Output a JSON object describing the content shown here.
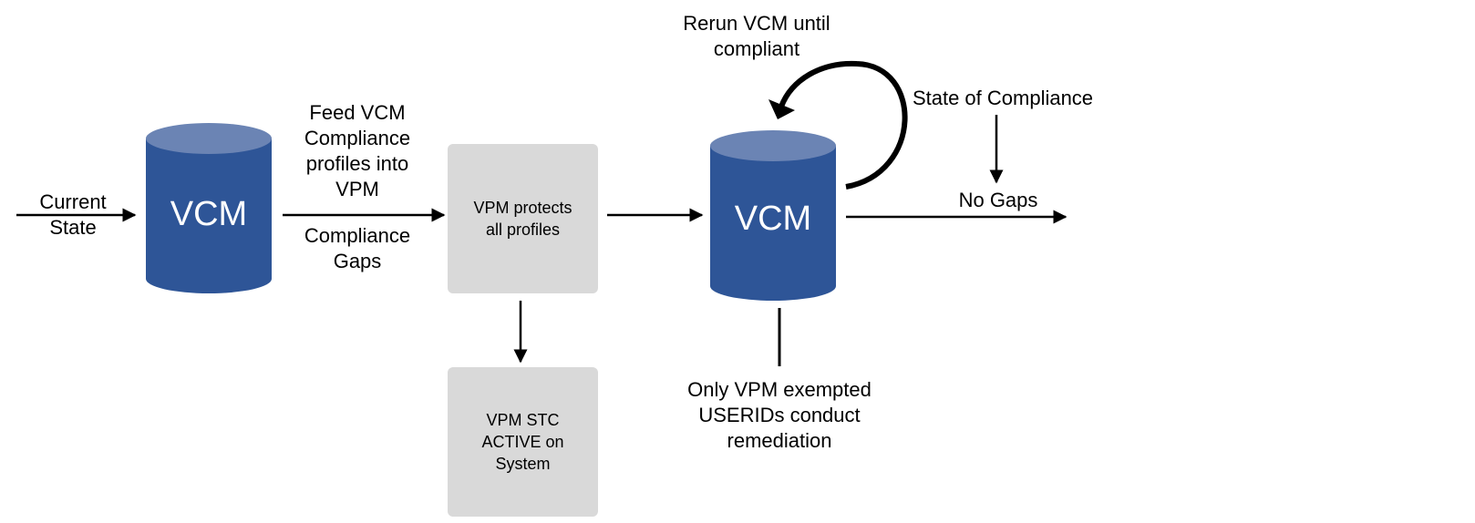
{
  "colors": {
    "cylinder_body": "#2e5597",
    "cylinder_top": "#6b84b4",
    "box_fill": "#d9d9d9",
    "line": "#000000"
  },
  "cylinders": {
    "vcm_left": "VCM",
    "vcm_right": "VCM"
  },
  "boxes": {
    "protects": "VPM protects\nall profiles",
    "stc_active": "VPM STC\nACTIVE on\nSystem"
  },
  "labels": {
    "current_state": "Current\nState",
    "feed_vcm": "Feed VCM\nCompliance\nprofiles into\nVPM",
    "compliance_gaps": "Compliance\nGaps",
    "rerun_vcm": "Rerun VCM until\ncompliant",
    "state_of_compliance": "State of Compliance",
    "no_gaps": "No Gaps",
    "only_vpm_exempted": "Only VPM exempted\nUSERIDs conduct\nremediation"
  }
}
